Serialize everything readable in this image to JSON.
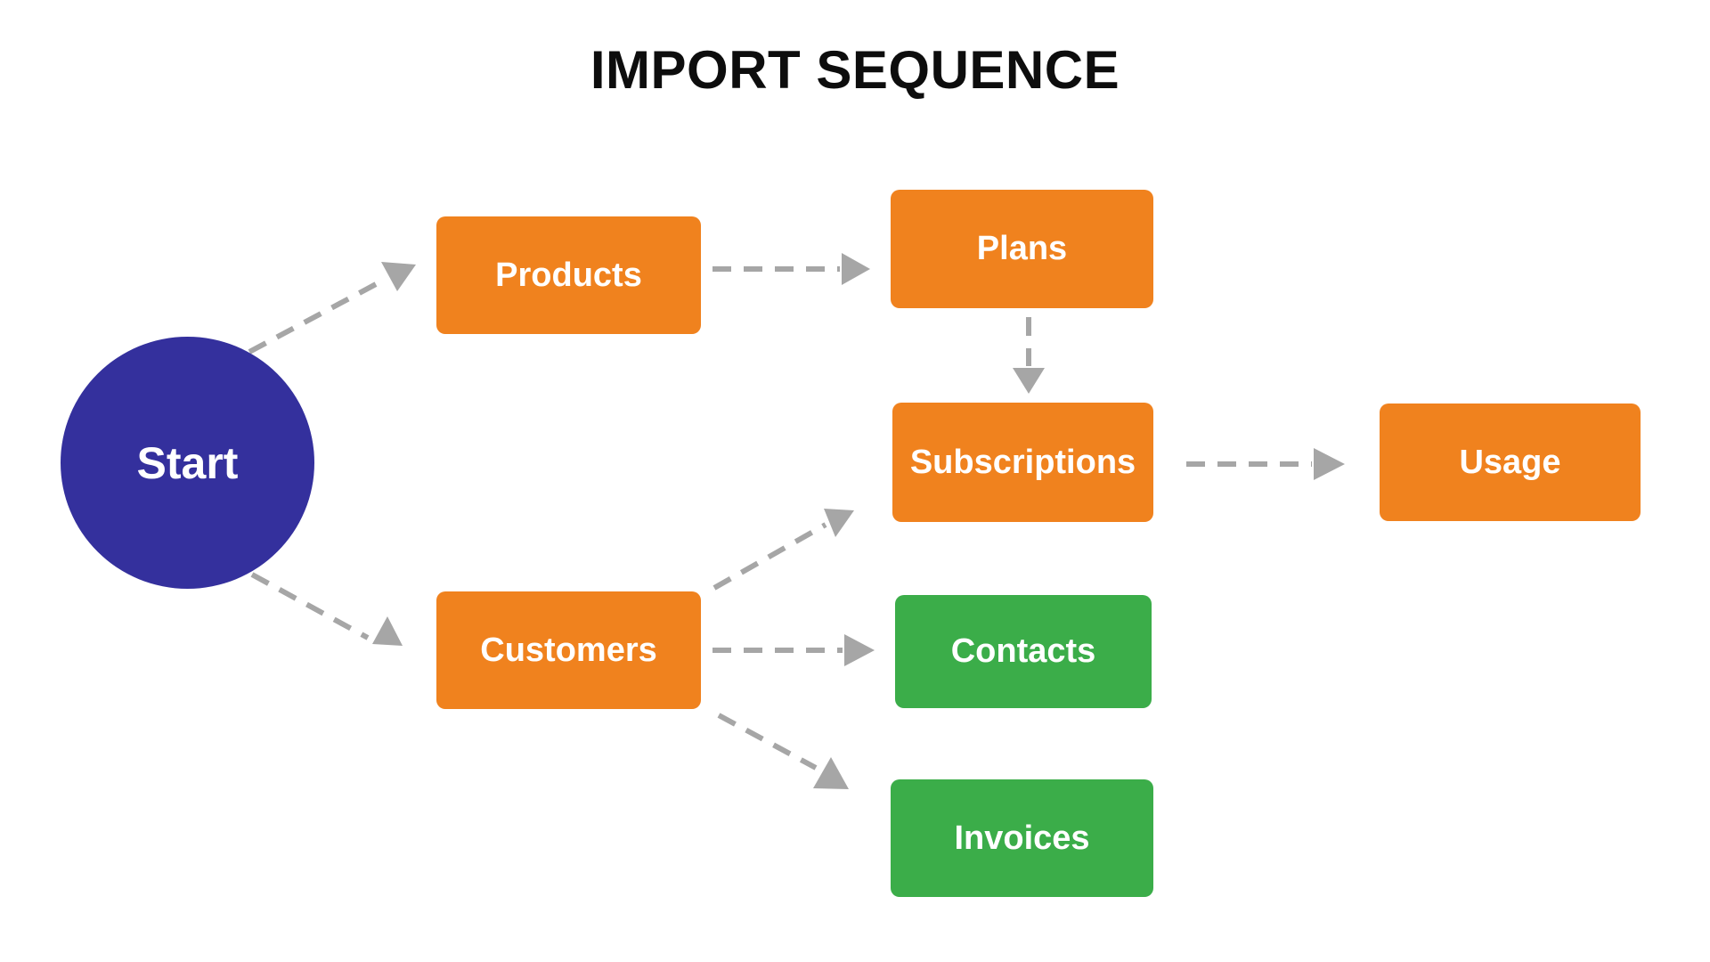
{
  "title": "IMPORT SEQUENCE",
  "colors": {
    "orange_node": "#F0821E",
    "green_node": "#3BAD49",
    "start_node": "#34309D",
    "arrow": "#A6A6A6",
    "title_text": "#0D0D0D",
    "node_text": "#FFFFFF"
  },
  "nodes": [
    {
      "id": "start",
      "label": "Start",
      "shape": "circle",
      "color": "#34309D"
    },
    {
      "id": "products",
      "label": "Products",
      "shape": "box",
      "color": "#F0821E"
    },
    {
      "id": "plans",
      "label": "Plans",
      "shape": "box",
      "color": "#F0821E"
    },
    {
      "id": "subscriptions",
      "label": "Subscriptions",
      "shape": "box",
      "color": "#F0821E"
    },
    {
      "id": "usage",
      "label": "Usage",
      "shape": "box",
      "color": "#F0821E"
    },
    {
      "id": "customers",
      "label": "Customers",
      "shape": "box",
      "color": "#F0821E"
    },
    {
      "id": "contacts",
      "label": "Contacts",
      "shape": "box",
      "color": "#3BAD49"
    },
    {
      "id": "invoices",
      "label": "Invoices",
      "shape": "box",
      "color": "#3BAD49"
    }
  ],
  "edges": [
    {
      "from": "start",
      "to": "products",
      "style": "dashed",
      "head": "solid-triangle"
    },
    {
      "from": "products",
      "to": "plans",
      "style": "dashed",
      "head": "solid-triangle"
    },
    {
      "from": "plans",
      "to": "subscriptions",
      "style": "dashed",
      "head": "solid-triangle"
    },
    {
      "from": "subscriptions",
      "to": "usage",
      "style": "dashed",
      "head": "solid-triangle"
    },
    {
      "from": "start",
      "to": "customers",
      "style": "dashed",
      "head": "solid-triangle"
    },
    {
      "from": "customers",
      "to": "subscriptions",
      "style": "dashed",
      "head": "solid-triangle"
    },
    {
      "from": "customers",
      "to": "contacts",
      "style": "dashed",
      "head": "solid-triangle"
    },
    {
      "from": "customers",
      "to": "invoices",
      "style": "dashed",
      "head": "solid-triangle"
    }
  ]
}
